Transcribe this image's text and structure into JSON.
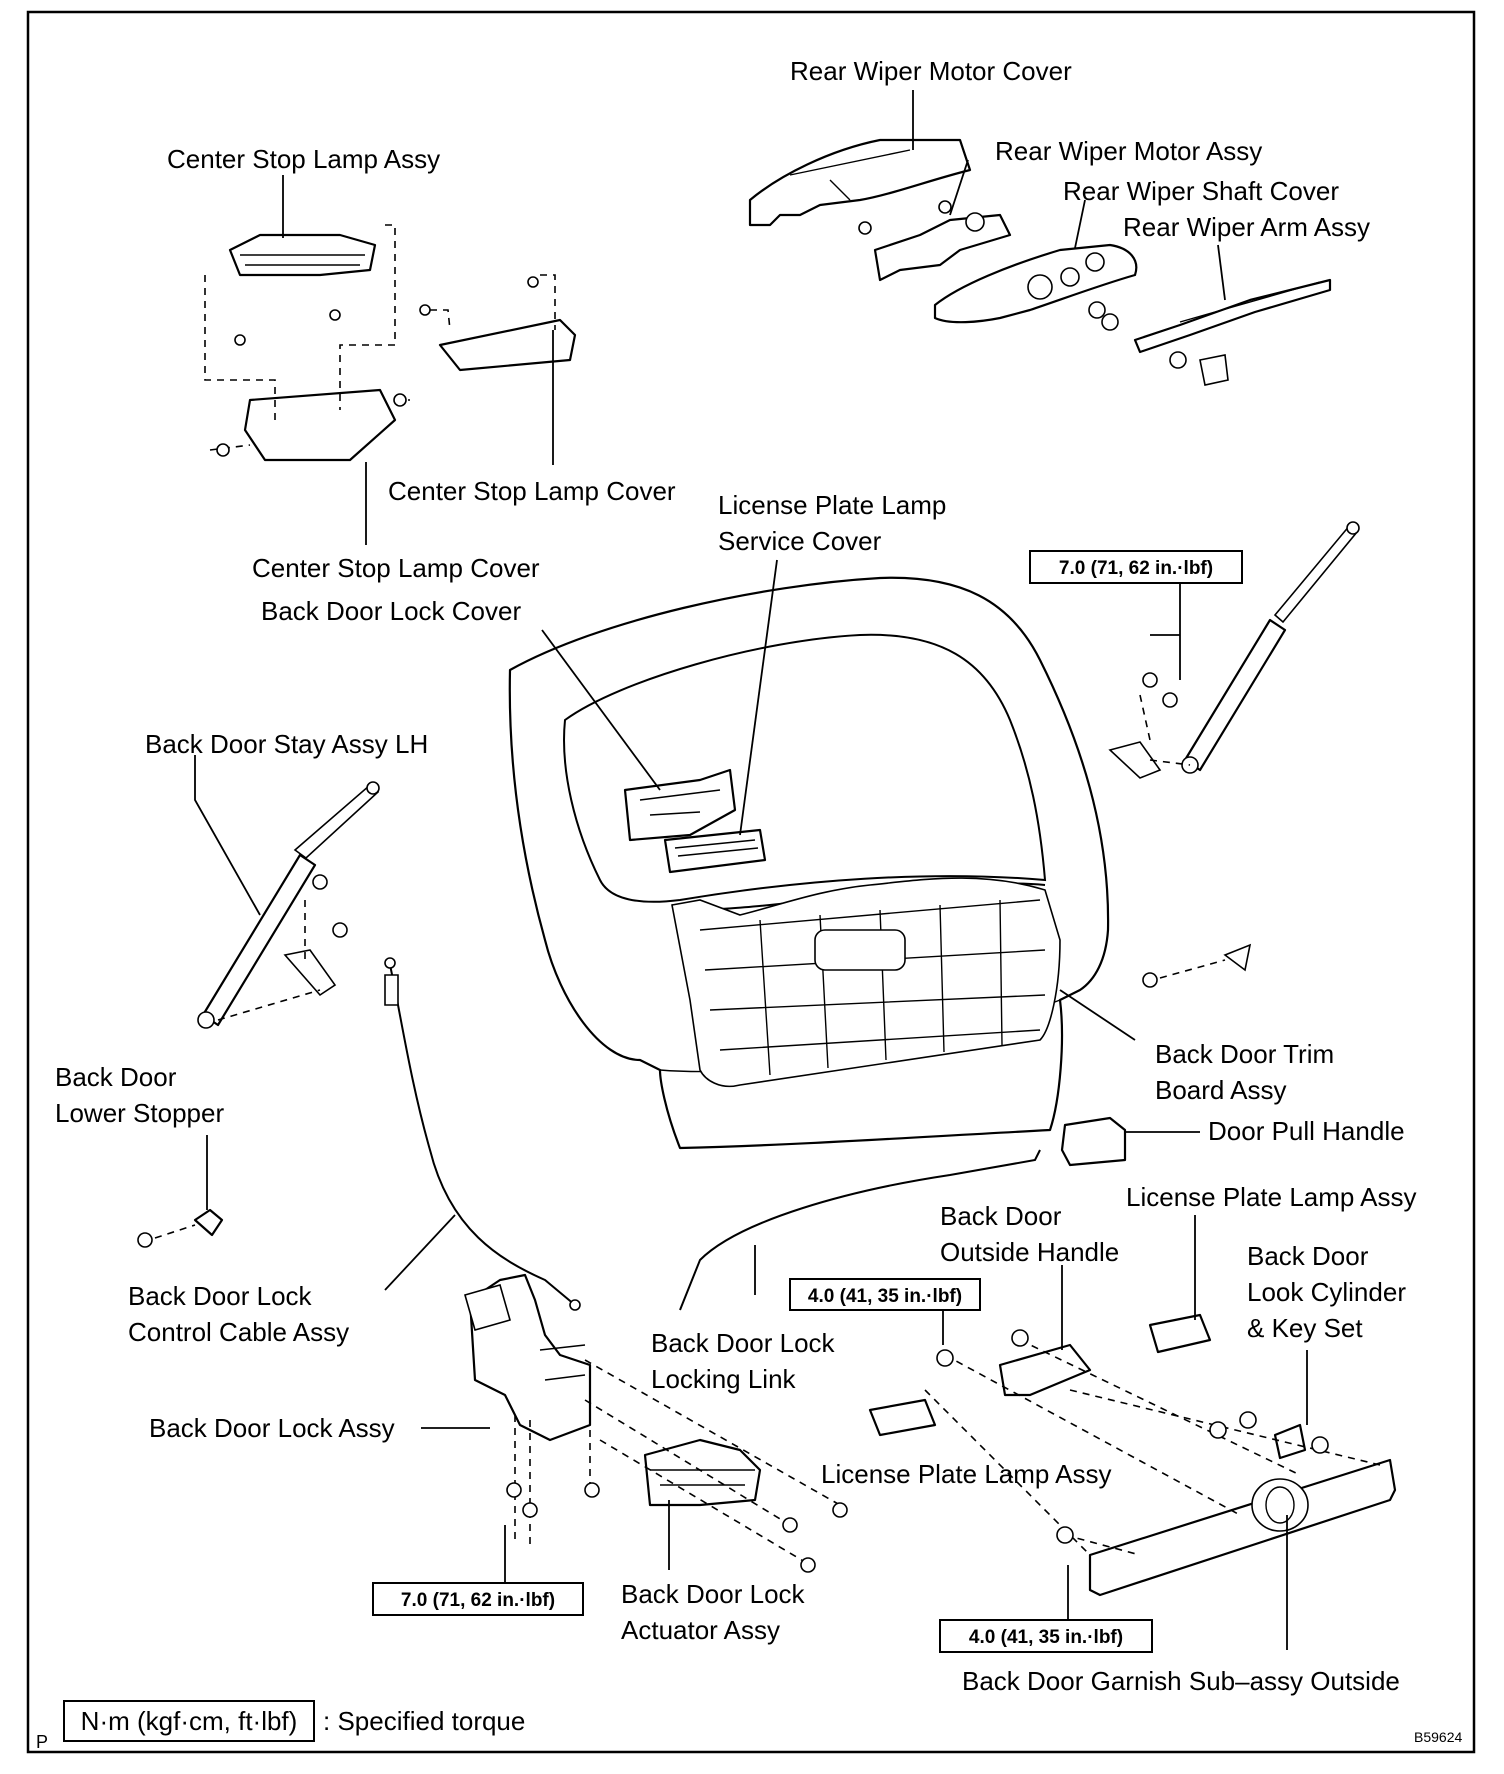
{
  "labels": {
    "rear_wiper_motor_cover": "Rear Wiper Motor Cover",
    "rear_wiper_motor_assy": "Rear Wiper Motor Assy",
    "rear_wiper_shaft_cover": "Rear Wiper Shaft Cover",
    "rear_wiper_arm_assy": "Rear Wiper Arm Assy",
    "center_stop_lamp_assy": "Center Stop Lamp Assy",
    "center_stop_lamp_cover_1": "Center Stop Lamp Cover",
    "center_stop_lamp_cover_2": "Center Stop Lamp Cover",
    "license_plate_lamp_service_cover_1": "License Plate Lamp",
    "license_plate_lamp_service_cover_2": "Service Cover",
    "back_door_lock_cover": "Back Door Lock Cover",
    "back_door_stay_assy_lh": "Back Door Stay Assy LH",
    "back_door_lower_stopper_1": "Back Door",
    "back_door_lower_stopper_2": "Lower Stopper",
    "back_door_trim_board_1": "Back Door Trim",
    "back_door_trim_board_2": "Board Assy",
    "door_pull_handle": "Door Pull Handle",
    "license_plate_lamp_assy_top": "License Plate Lamp Assy",
    "back_door_outside_handle_1": "Back Door",
    "back_door_outside_handle_2": "Outside Handle",
    "back_door_lock_cylinder_1": "Back Door",
    "back_door_lock_cylinder_2": "Look Cylinder",
    "back_door_lock_cylinder_3": "& Key Set",
    "back_door_lock_control_cable_1": "Back Door Lock",
    "back_door_lock_control_cable_2": "Control Cable Assy",
    "back_door_lock_locking_link_1": "Back Door Lock",
    "back_door_lock_locking_link_2": "Locking Link",
    "back_door_lock_assy": "Back Door Lock Assy",
    "license_plate_lamp_assy_bottom": "License Plate Lamp Assy",
    "back_door_lock_actuator_1": "Back Door Lock",
    "back_door_lock_actuator_2": "Actuator Assy",
    "back_door_garnish": "Back Door Garnish Sub–assy Outside"
  },
  "torques": {
    "stay_rh": "7.0 (71, 62 in.·lbf)",
    "outside_handle": "4.0 (41, 35 in.·lbf)",
    "lock_assy": "7.0 (71, 62 in.·lbf)",
    "garnish": "4.0 (41, 35 in.·lbf)"
  },
  "legend": {
    "unit": "N·m (kgf·cm, ft·lbf)",
    "meaning": ": Specified torque"
  },
  "corner": {
    "left": "P",
    "code": "B59624"
  }
}
